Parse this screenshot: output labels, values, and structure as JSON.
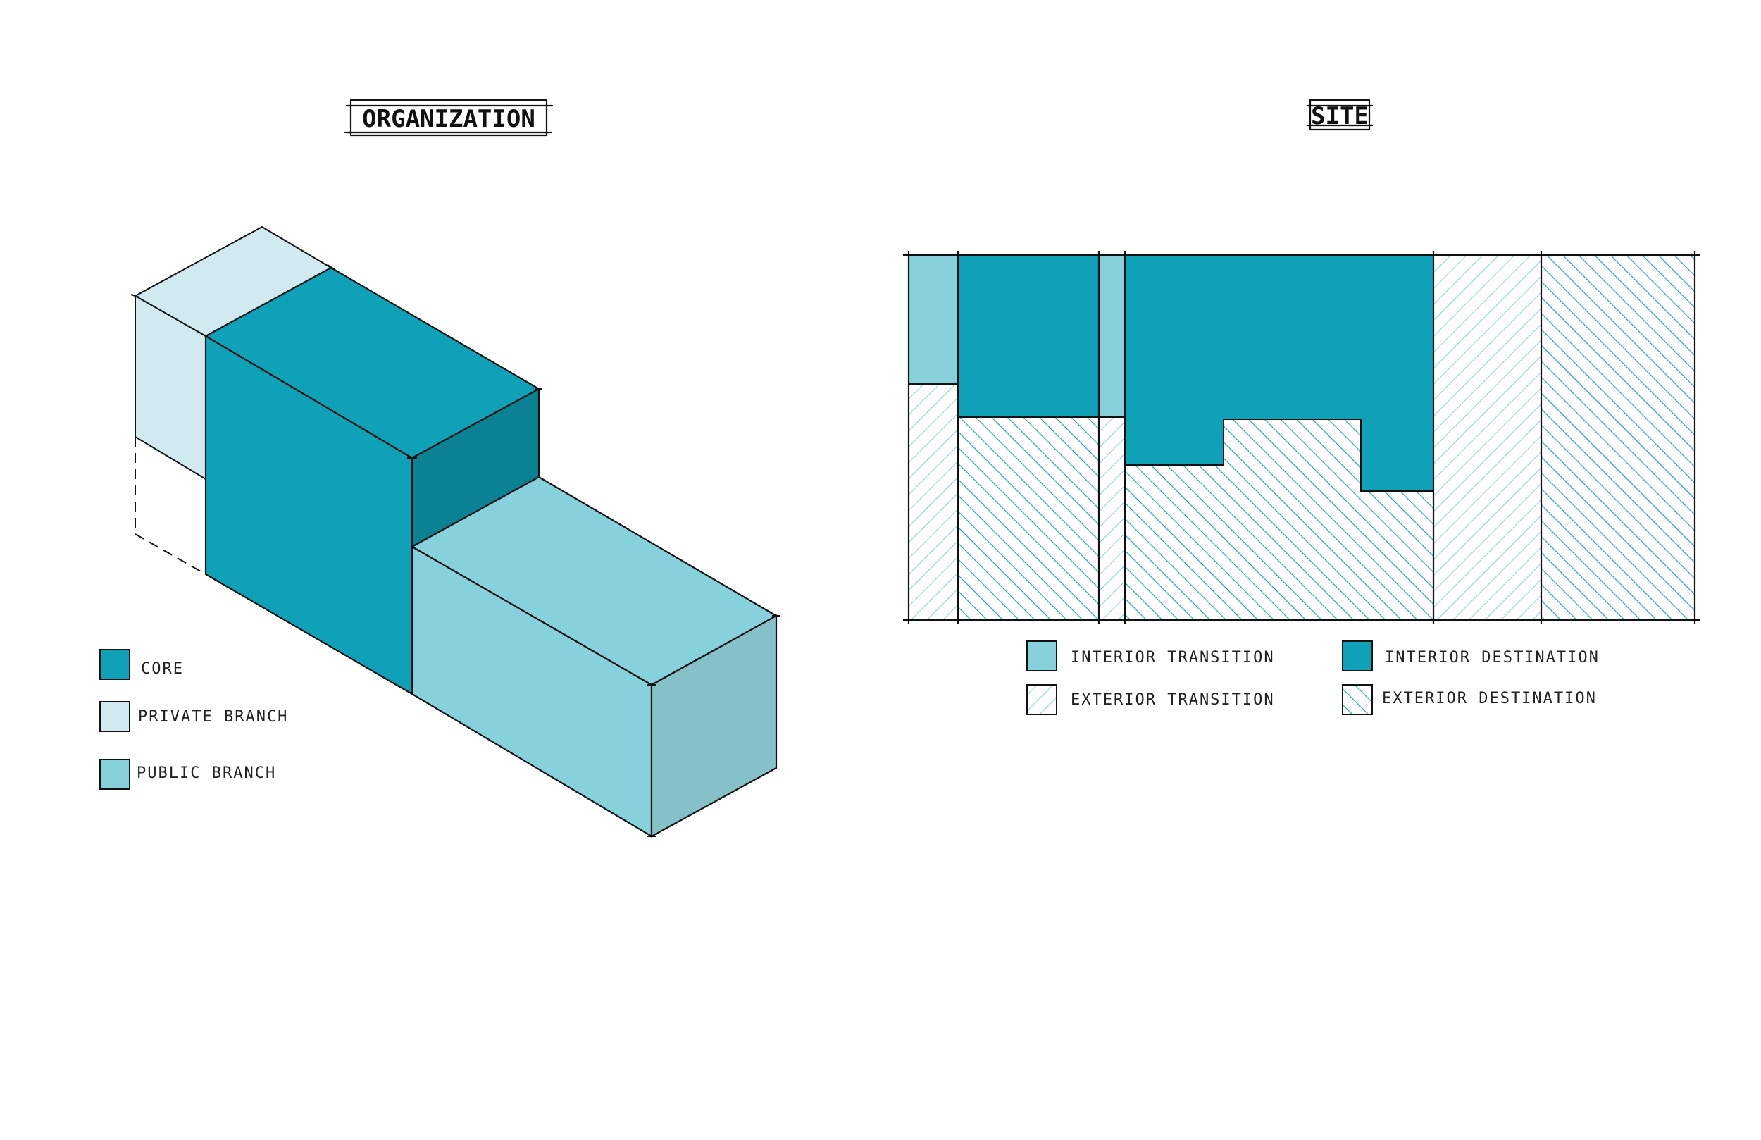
{
  "colors": {
    "core": "#0ea1b7",
    "core_dark": "#0b8293",
    "private_branch": "#d0eaf0",
    "public_branch": "#86d1dc",
    "public_branch_side": "#86c0c8",
    "hatch_exterior_transition": "#8fd3de",
    "hatch_exterior_destination": "#20a3b8",
    "ink": "#111111"
  },
  "organization": {
    "title": "ORGANIZATION",
    "legend": [
      {
        "key": "core",
        "label": "CORE"
      },
      {
        "key": "private_branch",
        "label": "PRIVATE BRANCH"
      },
      {
        "key": "public_branch",
        "label": "PUBLIC BRANCH"
      }
    ]
  },
  "site": {
    "title": "SITE",
    "legend": [
      {
        "key": "interior_transition",
        "label": "INTERIOR TRANSITION"
      },
      {
        "key": "interior_destination",
        "label": "INTERIOR DESTINATION"
      },
      {
        "key": "exterior_transition",
        "label": "EXTERIOR TRANSITION"
      },
      {
        "key": "exterior_destination",
        "label": "EXTERIOR DESTINATION"
      }
    ]
  }
}
